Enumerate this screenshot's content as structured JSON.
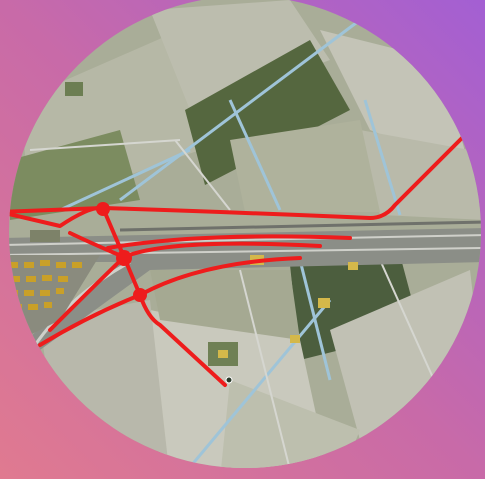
{
  "background": {
    "gradient_colors": [
      "#a35fd3",
      "#c86aa8",
      "#e07a90"
    ]
  },
  "map": {
    "view": "satellite-aerial",
    "shape": "circle",
    "overlay_color": "#ee1c1c",
    "junction_count": 3
  }
}
